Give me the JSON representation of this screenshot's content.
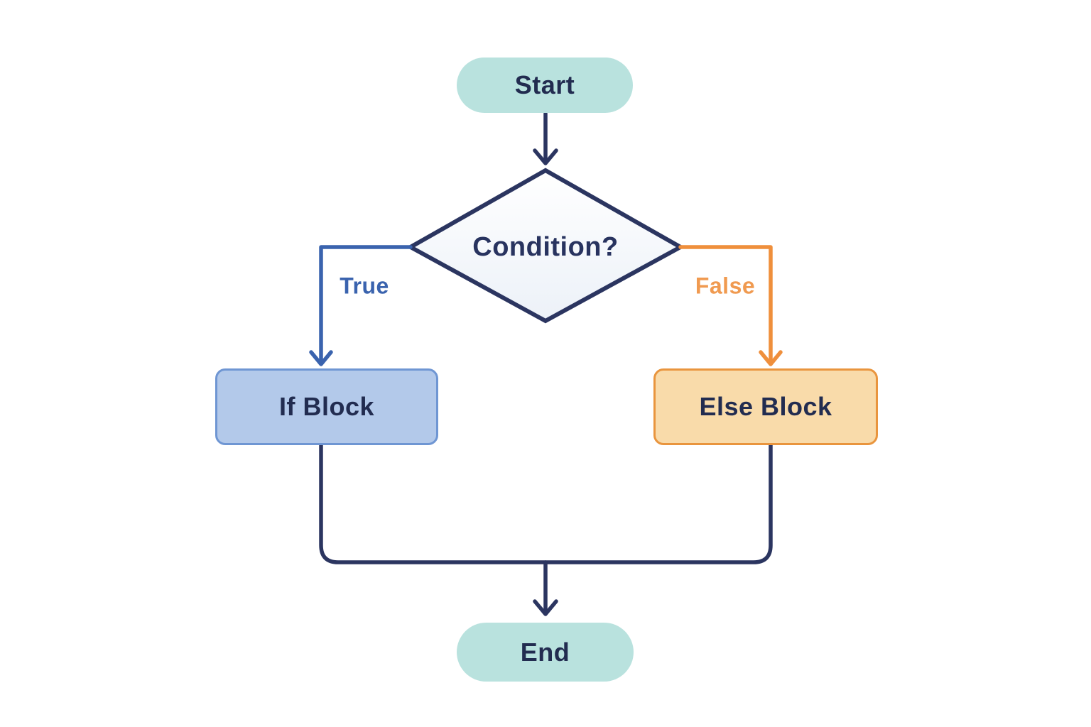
{
  "diagram": {
    "type": "flowchart",
    "nodes": {
      "start": {
        "label": "Start",
        "shape": "rounded-pill"
      },
      "condition": {
        "label": "Condition?",
        "shape": "diamond"
      },
      "if_block": {
        "label": "If Block",
        "shape": "rectangle"
      },
      "else_block": {
        "label": "Else Block",
        "shape": "rectangle"
      },
      "end": {
        "label": "End",
        "shape": "rounded-pill"
      }
    },
    "edges": [
      {
        "from": "start",
        "to": "condition",
        "label": ""
      },
      {
        "from": "condition",
        "to": "if_block",
        "label": "True"
      },
      {
        "from": "condition",
        "to": "else_block",
        "label": "False"
      },
      {
        "from": "if_block",
        "to": "end",
        "label": ""
      },
      {
        "from": "else_block",
        "to": "end",
        "label": ""
      }
    ],
    "colors": {
      "bg": "#ffffff",
      "navy": "#2b3560",
      "text_dark": "#222c50",
      "teal_fill": "#b9e2de",
      "blue_line": "#3a63ae",
      "blue_fill": "#b3c9ea",
      "blue_border": "#6f96d3",
      "orange_line": "#ef8f3c",
      "orange_label": "#f09a50",
      "orange_fill": "#f9dbaa",
      "orange_border": "#e9953e",
      "diamond_top": "#ffffff",
      "diamond_bottom": "#ecf1f8"
    }
  }
}
